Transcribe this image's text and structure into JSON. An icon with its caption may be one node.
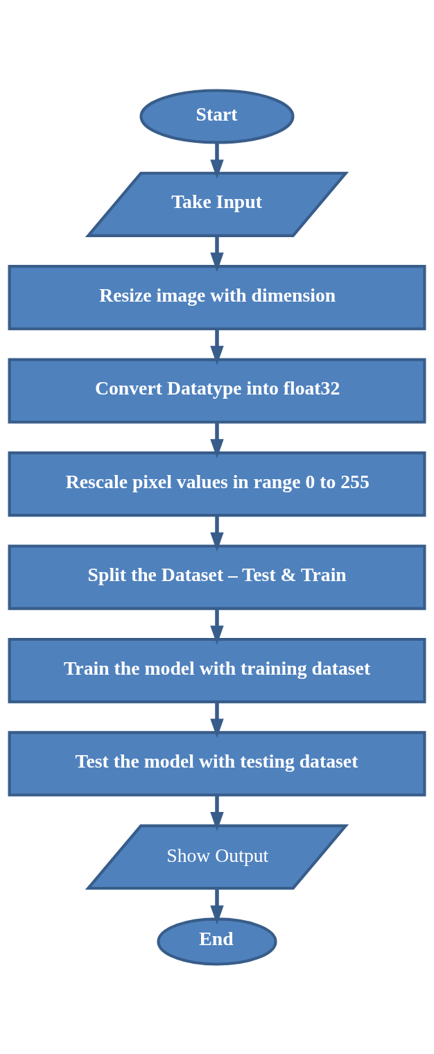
{
  "diagram": {
    "nodes": [
      {
        "text": [
          "Start"
        ]
      },
      {
        "text": [
          "Take Input"
        ]
      },
      {
        "text": [
          "Resize image with dimension"
        ]
      },
      {
        "text": [
          "Convert Datatype into float32"
        ]
      },
      {
        "text": [
          "Rescale pixel values in range 0 to 255"
        ]
      },
      {
        "text": [
          "Split the Dataset – Test & Train"
        ]
      },
      {
        "text": [
          "Train the model with training dataset"
        ]
      },
      {
        "text": [
          "Test the model with testing dataset"
        ]
      },
      {
        "text": [
          "Show Output"
        ]
      },
      {
        "text": [
          "End"
        ]
      }
    ],
    "edges": [
      {
        "from": 0,
        "to": 1,
        "arrow": "to"
      },
      {
        "from": 1,
        "to": 2,
        "arrow": "to"
      },
      {
        "from": 2,
        "to": 3,
        "arrow": "to"
      },
      {
        "from": 3,
        "to": 4,
        "arrow": "to"
      },
      {
        "from": 4,
        "to": 5,
        "arrow": "to"
      },
      {
        "from": 5,
        "to": 6,
        "arrow": "to"
      },
      {
        "from": 6,
        "to": 7,
        "arrow": "to"
      },
      {
        "from": 7,
        "to": 8,
        "arrow": "to"
      },
      {
        "from": 8,
        "to": 9,
        "arrow": "to"
      }
    ]
  }
}
